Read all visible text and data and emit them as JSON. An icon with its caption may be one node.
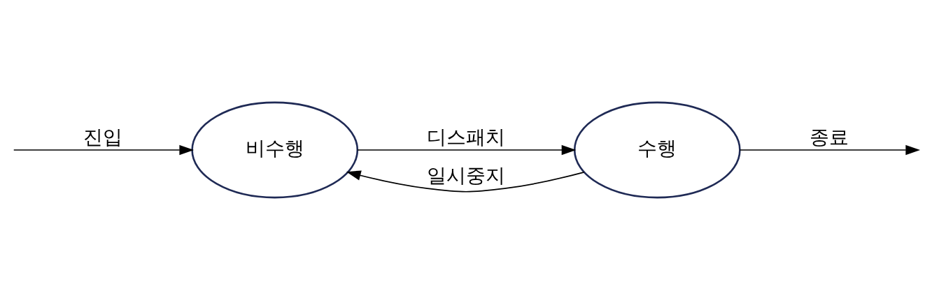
{
  "diagram": {
    "nodes": [
      {
        "text": [
          "비수행"
        ]
      },
      {
        "text": [
          "수행"
        ]
      }
    ],
    "edges": [
      {
        "from": null,
        "to": 0,
        "arrow": "to",
        "label": "진입"
      },
      {
        "from": 0,
        "to": 1,
        "arrow": "to",
        "label": "디스패치"
      },
      {
        "from": 1,
        "to": 0,
        "arrow": "to",
        "label": "일시중지"
      },
      {
        "from": 1,
        "to": null,
        "arrow": "to",
        "label": "종료"
      }
    ]
  }
}
